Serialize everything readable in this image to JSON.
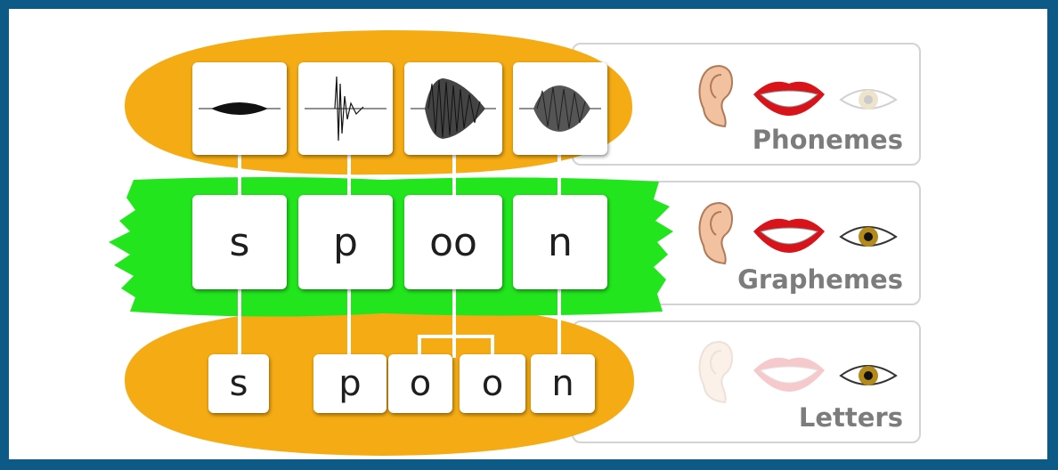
{
  "rows": {
    "phonemes": {
      "label": "Phonemes"
    },
    "graphemes": {
      "label": "Graphemes",
      "tiles": [
        "s",
        "p",
        "oo",
        "n"
      ]
    },
    "letters": {
      "label": "Letters",
      "tiles": [
        "s",
        "p",
        "o",
        "o",
        "n"
      ]
    }
  },
  "colors": {
    "border": "#0e5a86",
    "bun": "#f5ac14",
    "filling": "#22e51e",
    "panel_border": "#d3d3d3",
    "label": "#7c7c7c"
  },
  "icons": [
    "ear-icon",
    "mouth-icon",
    "eye-icon"
  ],
  "icon_states": {
    "phonemes": {
      "ear": "active",
      "mouth": "active",
      "eye": "faded"
    },
    "graphemes": {
      "ear": "active",
      "mouth": "active",
      "eye": "active"
    },
    "letters": {
      "ear": "faded",
      "mouth": "faded",
      "eye": "active"
    }
  }
}
